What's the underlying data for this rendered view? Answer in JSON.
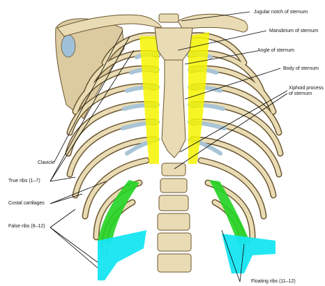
{
  "labels": {
    "jugular_notch": "Jugular notch of sternum",
    "manubrium": "Manubrium of sternum",
    "angle": "Angle of sternum",
    "body": "Body of sternum",
    "xiphoid": "Xiphoid process of sternum",
    "clavicle": "Clavicle",
    "true_ribs": "True ribs (1–7)",
    "costal_cartilages": "Costal cartilages",
    "false_ribs": "False ribs (8–12)",
    "floating_ribs": "Floating ribs (11–12)"
  },
  "colors": {
    "bone": "#e9dcb4",
    "bone_shade": "#c9b27e",
    "bone_outline": "#6b5630",
    "cartilage": "#a9c4d6",
    "highlight_true": "#f5f500",
    "highlight_false": "#22d322",
    "highlight_floating": "#16e6f2",
    "leader": "#000000"
  }
}
